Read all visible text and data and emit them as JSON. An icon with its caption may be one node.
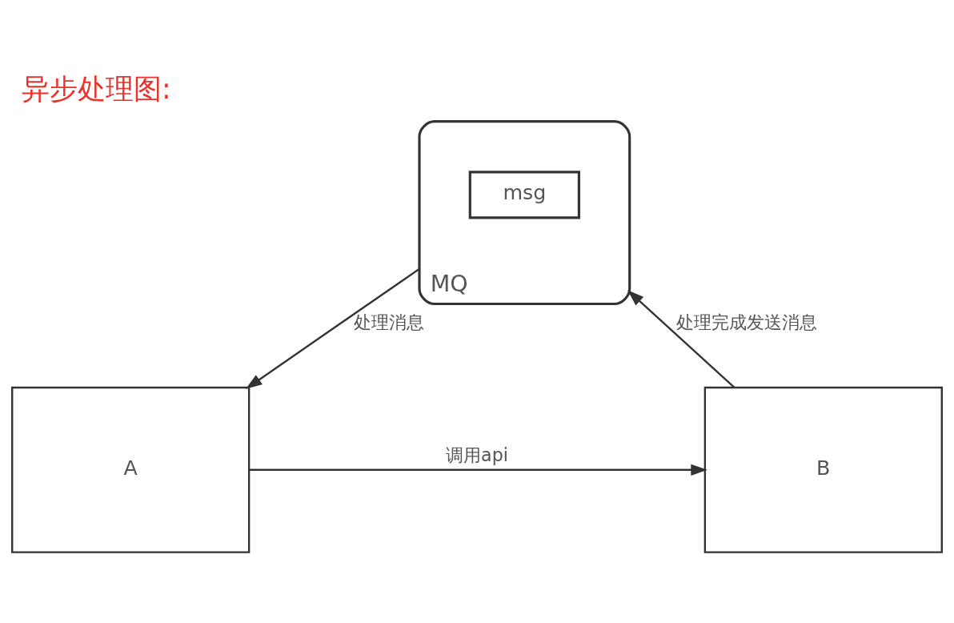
{
  "diagram": {
    "title": "异步处理图:",
    "nodes": [
      {
        "text": [
          "MQ"
        ]
      },
      {
        "text": [
          "msg"
        ],
        "in": 0
      },
      {
        "text": [
          "A"
        ]
      },
      {
        "text": [
          "B"
        ]
      }
    ],
    "edges": [
      {
        "from": 0,
        "to": 2,
        "arrow": "to",
        "label": "处理消息"
      },
      {
        "from": 2,
        "to": 3,
        "arrow": "to",
        "label": "调用api"
      },
      {
        "from": 3,
        "to": 0,
        "arrow": "to",
        "label": "处理完成发送消息"
      }
    ]
  }
}
